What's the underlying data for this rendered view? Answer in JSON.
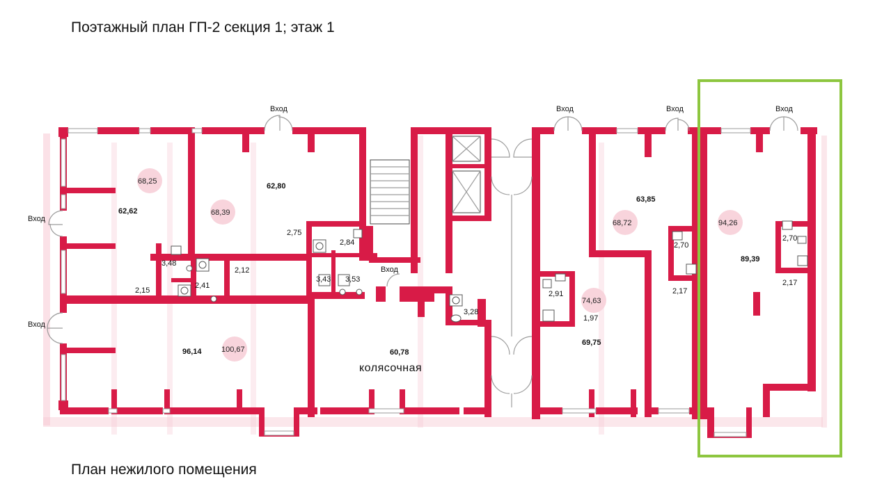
{
  "title": "Поэтажный план ГП-2 секция 1; этаж 1",
  "caption": "План нежилого помещения",
  "entrance_label": "Вход",
  "room_label": "колясочная",
  "highlight_color": "#8dc63f",
  "wall_color": "#d81b47",
  "areas": {
    "a1": "68,25",
    "a2": "62,62",
    "a3": "62,80",
    "a4": "68,39",
    "a5": "2,75",
    "a6": "2,84",
    "a7": "3,48",
    "a8": "2,41",
    "a9": "2,12",
    "a10": "2,15",
    "a11": "3,43",
    "a12": "3,53",
    "a13": "3,28",
    "a14": "96,14",
    "a15": "100,67",
    "a16": "60,78",
    "a17": "63,85",
    "a18": "68,72",
    "a19": "2,70",
    "a20": "2,17",
    "a21": "74,63",
    "a22": "2,91",
    "a23": "1,97",
    "a24": "69,75",
    "a25": "94,26",
    "a26": "2,70",
    "a27": "89,39",
    "a28": "2,17"
  }
}
